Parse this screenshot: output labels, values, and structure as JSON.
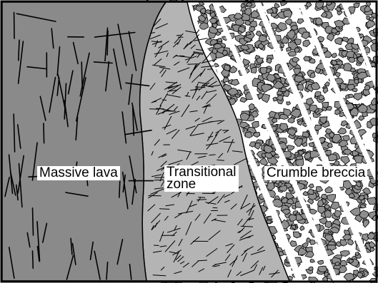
{
  "figure": {
    "zones": [
      {
        "id": "massive",
        "label": "Massive lava",
        "fill": "#8a8a8a"
      },
      {
        "id": "transitional",
        "label_lines": [
          "Transitional",
          "zone"
        ],
        "fill": "#b4b4b4"
      },
      {
        "id": "crumble",
        "label": "Crumble breccia",
        "fill": "#ffffff",
        "clast_fill": "#8e8e8e"
      }
    ],
    "line_color": "#000000",
    "frame_color": "#000000"
  }
}
